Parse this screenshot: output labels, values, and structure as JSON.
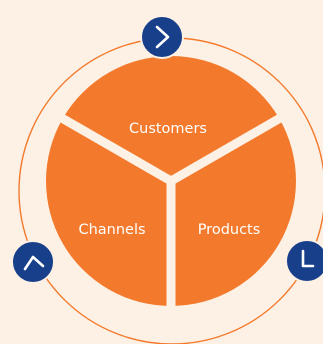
{
  "diagram": {
    "segments": [
      {
        "id": "customers",
        "label": "Customers"
      },
      {
        "id": "channels",
        "label": "Channels"
      },
      {
        "id": "products",
        "label": "Products"
      }
    ],
    "nav_buttons": [
      {
        "id": "top",
        "icon": "chevron-right-icon"
      },
      {
        "id": "left",
        "icon": "chevron-up-icon"
      },
      {
        "id": "right",
        "icon": "chevron-down-left-icon"
      }
    ]
  },
  "colors": {
    "background": "#fdf1e5",
    "segment_fill": "#f37a2c",
    "divider": "#fdf1e5",
    "orbit_ring": "#f37a2c",
    "button_fill": "#173f8a",
    "icon_stroke": "#ffffff"
  }
}
